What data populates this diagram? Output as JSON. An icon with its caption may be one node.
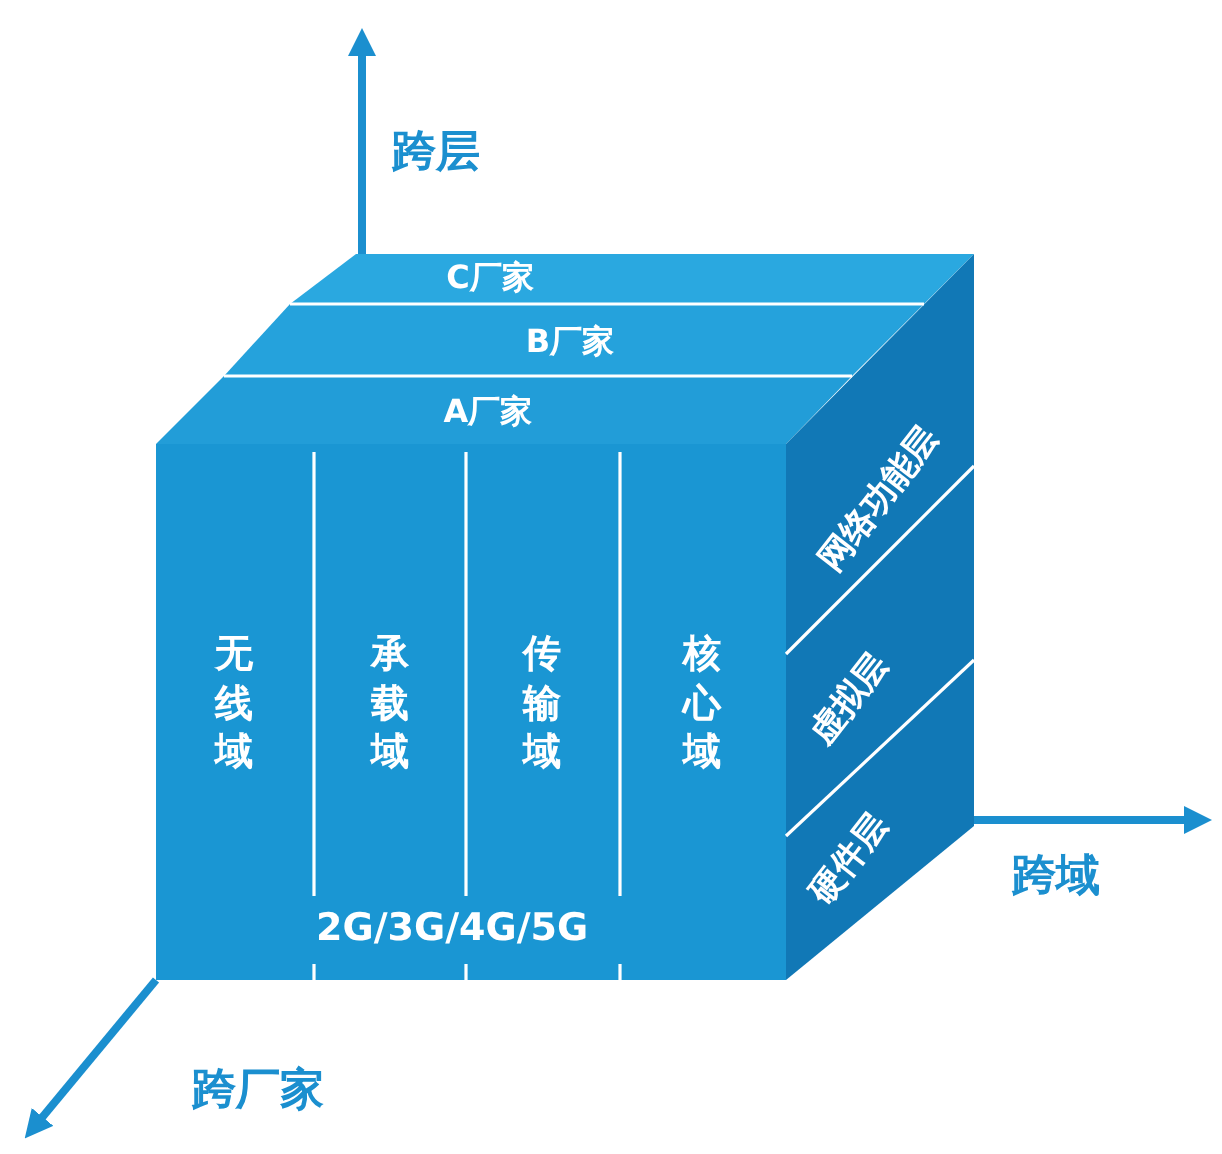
{
  "diagram": {
    "nodes": [
      {
        "text": [
          "C厂家"
        ]
      },
      {
        "text": [
          "B厂家"
        ]
      },
      {
        "text": [
          "A厂家"
        ]
      },
      {
        "text": [
          "无线域"
        ]
      },
      {
        "text": [
          "承载域"
        ]
      },
      {
        "text": [
          "传输域"
        ]
      },
      {
        "text": [
          "核心域"
        ]
      },
      {
        "text": [
          "网络功能层"
        ]
      },
      {
        "text": [
          "虚拟层"
        ]
      },
      {
        "text": [
          "硬件层"
        ]
      }
    ],
    "labels": [
      "跨层",
      "2G/3G/4G/5G",
      "跨域",
      "跨厂家"
    ]
  }
}
